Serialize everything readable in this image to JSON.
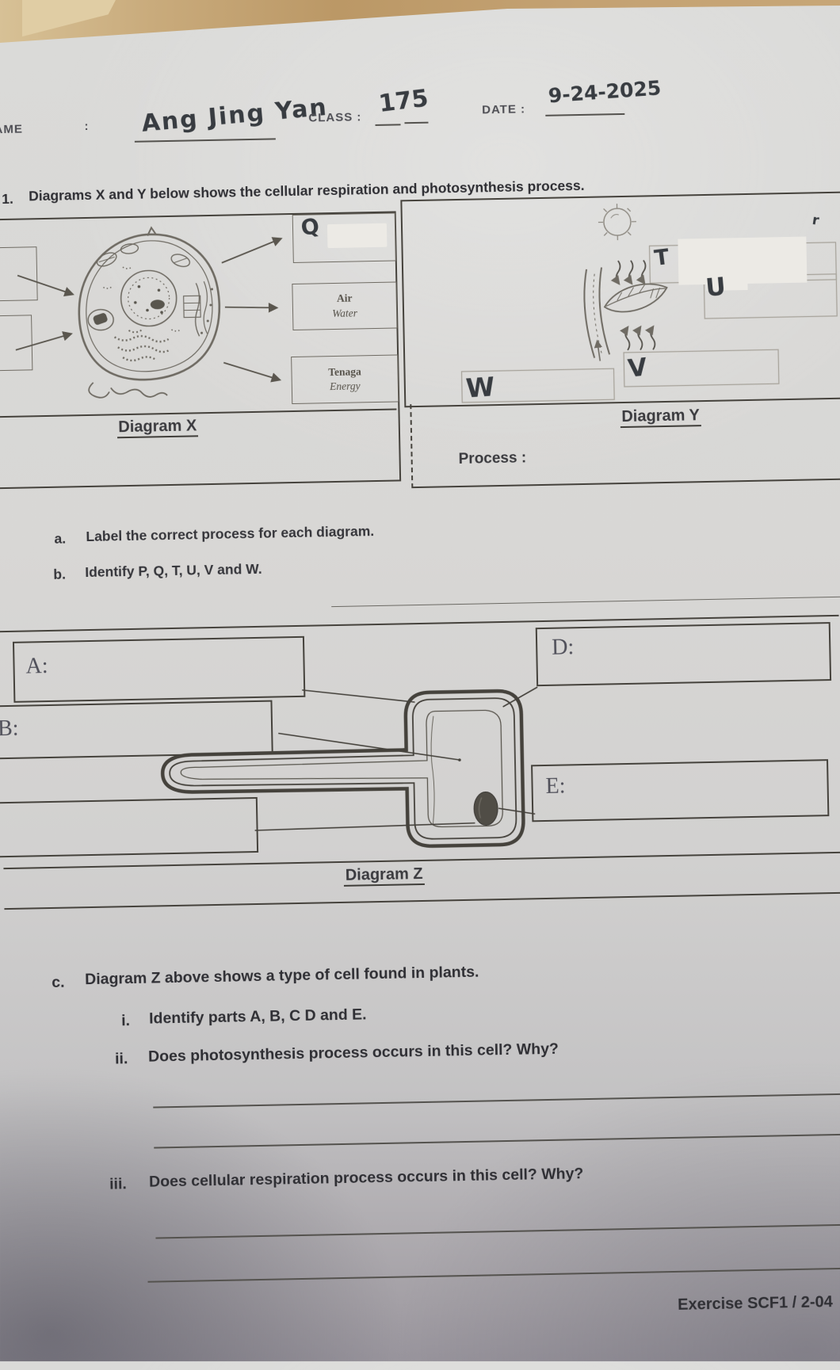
{
  "header": {
    "name_label": "AME",
    "name_colon": ":",
    "name_value": "Ang Jing Yan",
    "class_label": "CLASS :",
    "class_value": "175",
    "date_label": "DATE :",
    "date_value": "9-24-2025"
  },
  "question1": {
    "number": "1.",
    "text": "Diagrams X and Y below shows the cellular respiration and photosynthesis process."
  },
  "diagram_x": {
    "caption": "Diagram X",
    "handwritten_q": "Q",
    "air_box": {
      "line1": "Air",
      "line2": "Water"
    },
    "energy_box": {
      "line1": "Tenaga",
      "line2": "Energy"
    }
  },
  "diagram_y": {
    "caption": "Diagram Y",
    "process_label": "Process :",
    "pen_mark": "r",
    "handwritten": {
      "t": "T",
      "u": "U",
      "v": "V",
      "w": "W"
    }
  },
  "tasks": {
    "a_num": "a.",
    "a_text": "Label the correct process for each diagram.",
    "b_num": "b.",
    "b_text": "Identify P, Q, T, U, V and W."
  },
  "diagram_z": {
    "caption": "Diagram Z",
    "labels": {
      "a": "A:",
      "b": "B:",
      "d": "D:",
      "e": "E:"
    }
  },
  "section_c": {
    "num": "c.",
    "text": "Diagram Z above shows a type of cell found in plants.",
    "items": [
      {
        "num": "i.",
        "text": "Identify parts A, B, C D and E."
      },
      {
        "num": "ii.",
        "text": "Does photosynthesis process occurs in this cell? Why?"
      },
      {
        "num": "iii.",
        "text": "Does cellular respiration process occurs in this cell? Why?"
      }
    ]
  },
  "footer": {
    "text": "Exercise SCF1 / 2-04"
  },
  "colors": {
    "paper": "#d8d7d5",
    "ink": "#35353c",
    "pencil": "#383c41",
    "wood": "#c2a172"
  }
}
